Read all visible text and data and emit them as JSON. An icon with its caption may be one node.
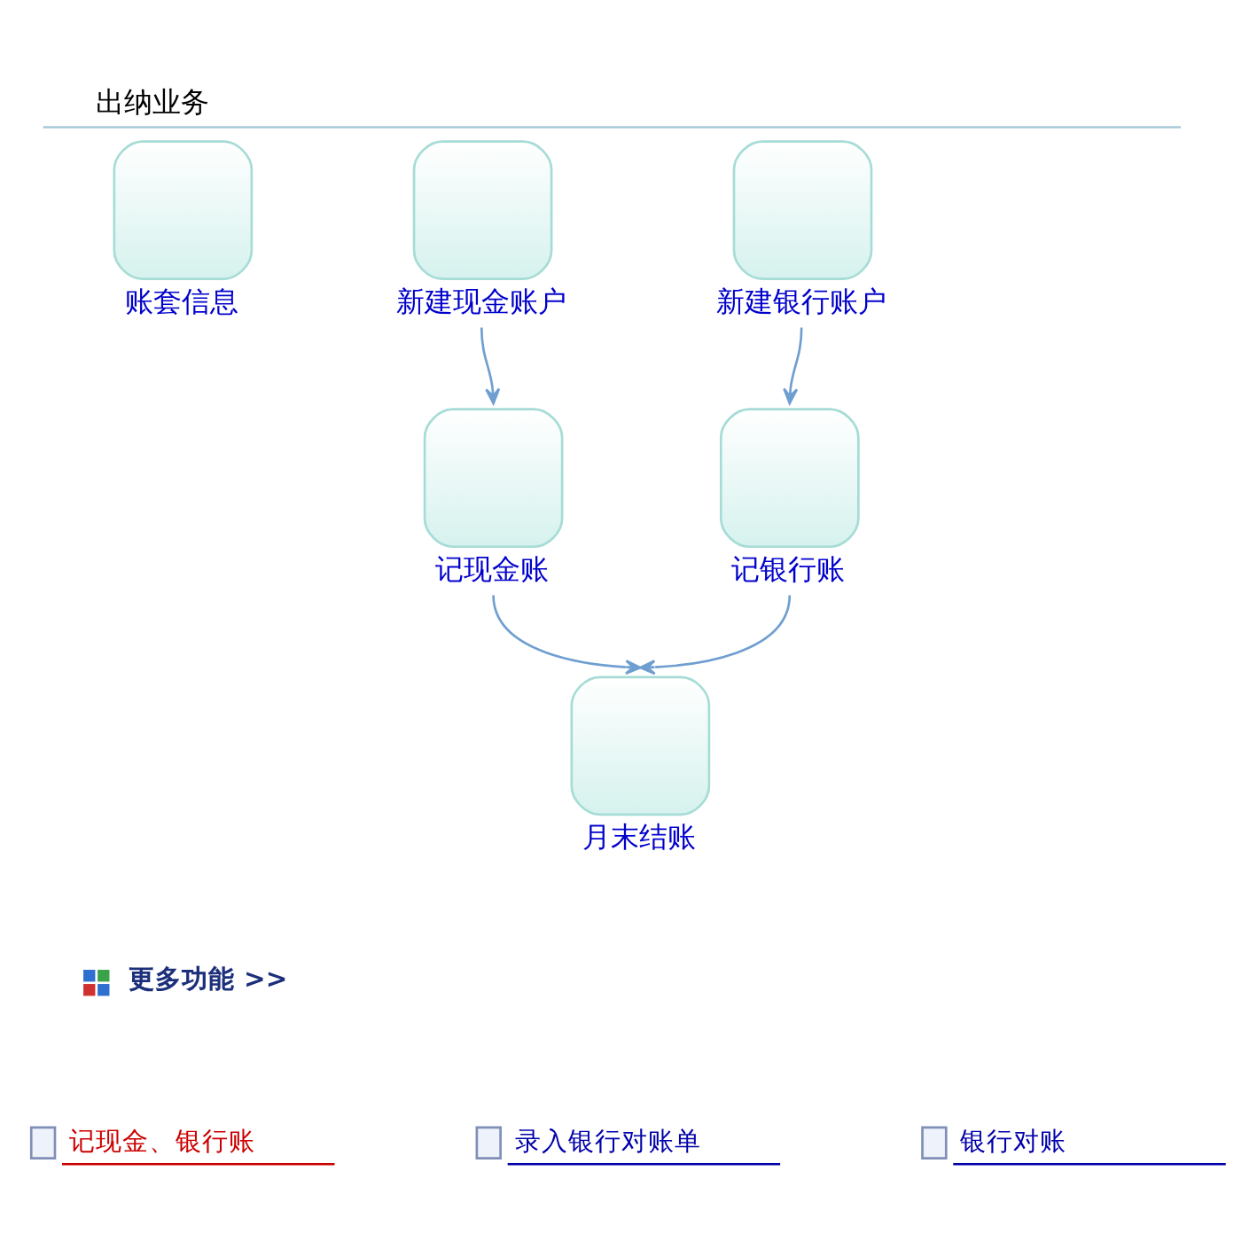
{
  "diagram": {
    "title": "出纳业务",
    "nodes": [
      {
        "text": [
          "账套信息"
        ]
      },
      {
        "text": [
          "新建现金账户"
        ]
      },
      {
        "text": [
          "新建银行账户"
        ]
      },
      {
        "text": [
          "记现金账"
        ]
      },
      {
        "text": [
          "记银行账"
        ]
      },
      {
        "text": [
          "月末结账"
        ]
      }
    ],
    "edges": [
      {
        "from": 1,
        "to": 3,
        "arrow": "to"
      },
      {
        "from": 2,
        "to": 4,
        "arrow": "to"
      },
      {
        "from": 3,
        "to": 5,
        "arrow": "to"
      },
      {
        "from": 4,
        "to": 5,
        "arrow": "to"
      }
    ],
    "labels": [
      "更多功能 >>",
      "记现金、银行账",
      "录入银行对账单",
      "银行对账"
    ]
  }
}
